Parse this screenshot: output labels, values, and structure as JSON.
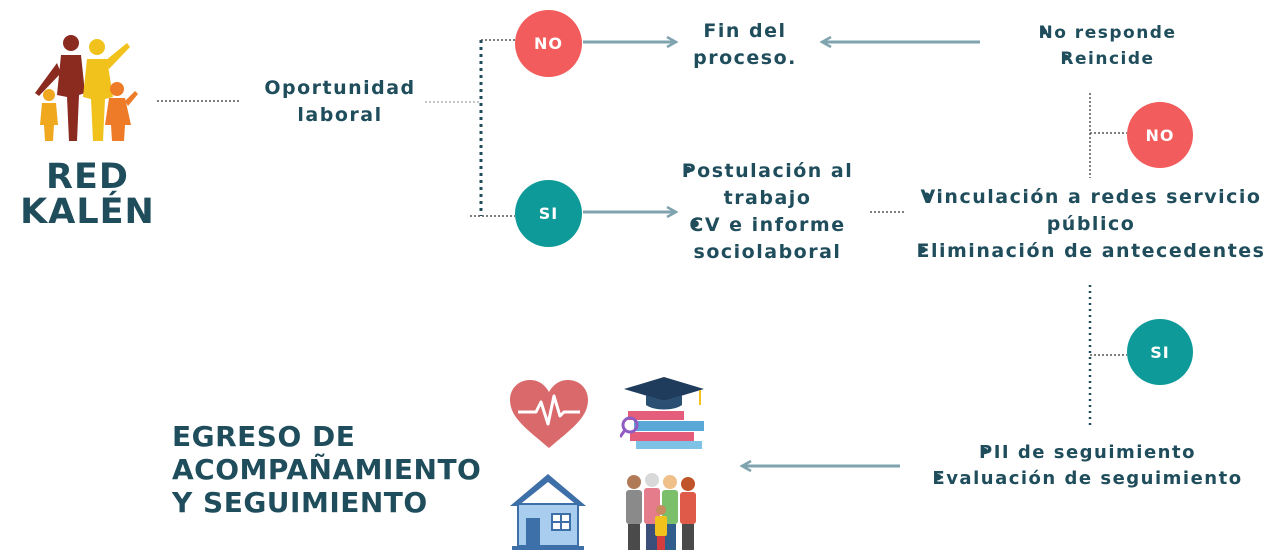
{
  "brand": {
    "title_line1": "RED",
    "title_line2": "KALÉN"
  },
  "start_node": {
    "label": "Oportunidad laboral"
  },
  "decision_top": {
    "label": "NO",
    "color": "#f25c5c"
  },
  "decision_bottom": {
    "label": "SI",
    "color": "#0d9a98"
  },
  "end_node": {
    "label": "Fin del proceso."
  },
  "end_reasons": [
    "No responde",
    "Reincide"
  ],
  "postulacion": [
    "Postulación al trabajo",
    "CV e informe sociolaboral"
  ],
  "vinculacion": [
    "Vinculación a redes servicio público",
    "Eliminación de antecedentes"
  ],
  "decision_right_no": {
    "label": "NO",
    "color": "#f25c5c"
  },
  "decision_right_si": {
    "label": "SI",
    "color": "#0d9a98"
  },
  "seguimiento": [
    "PII de seguimiento",
    "Evaluación de seguimiento"
  ],
  "egreso": {
    "line1": "EGRESO DE",
    "line2": "ACOMPAÑAMIENTO",
    "line3": "Y SEGUIMIENTO"
  },
  "icons": [
    "family-logo-icon",
    "heart-pulse-icon",
    "graduation-books-icon",
    "house-icon",
    "group-people-icon"
  ],
  "colors": {
    "text": "#1f4d5c",
    "arrow": "#7fa3af",
    "no": "#f25c5c",
    "si": "#0d9a98"
  }
}
